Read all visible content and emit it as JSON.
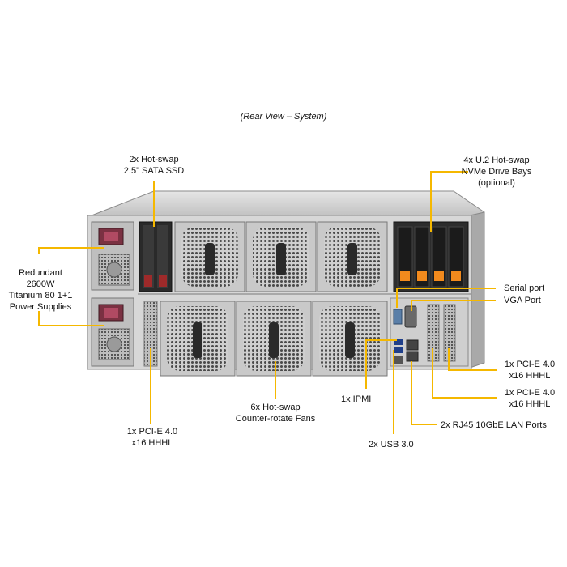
{
  "view_title": "(Rear View – System)",
  "accent_color": "#f5b800",
  "labels": {
    "ssd": [
      "2x Hot-swap",
      "2.5\" SATA SSD"
    ],
    "nvme": [
      "4x U.2 Hot-swap",
      "NVMe Drive Bays",
      "(optional)"
    ],
    "psu": [
      "Redundant",
      "2600W",
      "Titanium 80 1+1",
      "Power Supplies"
    ],
    "serial": "Serial port",
    "vga": "VGA Port",
    "pcie_right_1": [
      "1x PCI-E 4.0",
      "x16 HHHL"
    ],
    "pcie_right_2": [
      "1x PCI-E 4.0",
      "x16 HHHL"
    ],
    "pcie_left": [
      "1x PCI-E 4.0",
      "x16 HHHL"
    ],
    "fans": [
      "6x Hot-swap",
      "Counter-rotate  Fans"
    ],
    "ipmi": "1x IPMI",
    "usb": "2x USB 3.0",
    "lan": "2x RJ45 10GbE LAN Ports"
  }
}
